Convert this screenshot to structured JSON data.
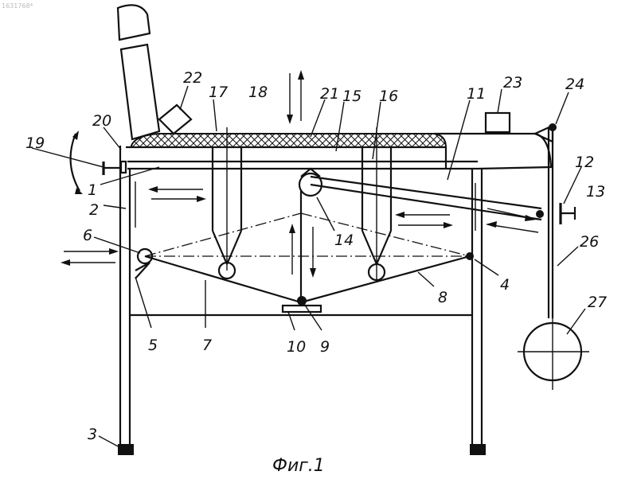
{
  "caption": "Фиг.1",
  "watermark": "1631768*",
  "labels": {
    "l1": "1",
    "l2": "2",
    "l3": "3",
    "l4": "4",
    "l5": "5",
    "l6": "6",
    "l7": "7",
    "l8": "8",
    "l9": "9",
    "l10": "10",
    "l11": "11",
    "l12": "12",
    "l13": "13",
    "l14": "14",
    "l15": "15",
    "l16": "16",
    "l17": "17",
    "l18": "18",
    "l19": "19",
    "l20": "20",
    "l21": "21",
    "l22": "22",
    "l23": "23",
    "l24": "24",
    "l26": "26",
    "l27": "27"
  }
}
